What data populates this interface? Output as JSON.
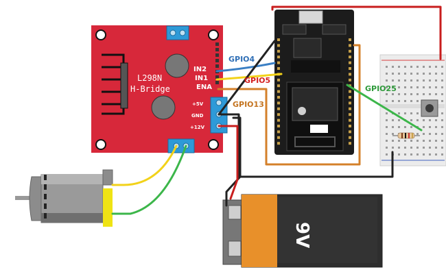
{
  "driver": {
    "title_line1": "L298N",
    "title_line2": "H-Bridge",
    "pin_in2": "IN2",
    "pin_in1": "IN1",
    "pin_ena": "ENA",
    "pin_5v": "+5V",
    "pin_gnd": "GND",
    "pin_12v": "+12V"
  },
  "gpio": {
    "gpio4": "GPIO4",
    "gpio5": "GPIO5",
    "gpio13": "GPIO13",
    "gpio25": "GPIO25"
  },
  "battery": {
    "label": "9V"
  },
  "colors": {
    "board_red": "#d7283a",
    "esp_black": "#1c1c1c",
    "wire_blue": "#3a7fc4",
    "wire_yellow": "#f2d21a",
    "wire_orange": "#d4802a",
    "wire_green": "#3cb64a",
    "wire_red": "#c81e1e",
    "wire_black": "#222222",
    "battery_orange": "#e8902a",
    "battery_black": "#2e2e2e",
    "label_blue": "#2f6fb6",
    "label_red": "#d42020",
    "label_orange": "#c47420",
    "label_green": "#2e9a3a"
  }
}
